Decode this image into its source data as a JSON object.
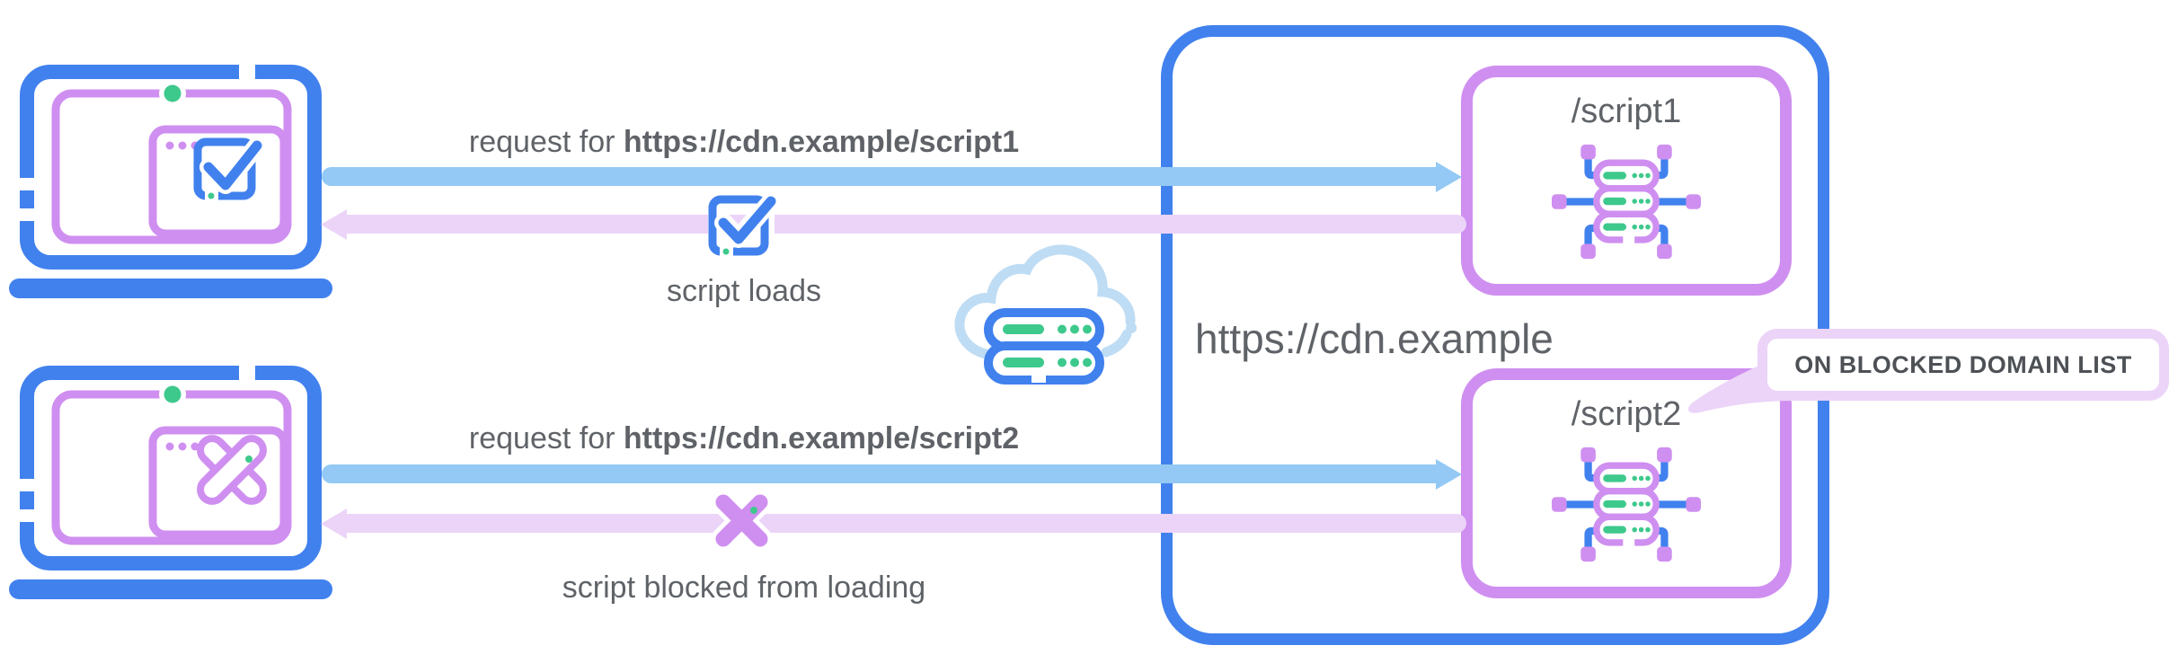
{
  "colors": {
    "blue": "#4181ee",
    "light_blue": "#93c9f4",
    "pale_blue": "#bedcf4",
    "purple": "#cf8ff0",
    "lavender": "#ecd4f8",
    "green": "#3ec98c",
    "text_gray": "#5f6368",
    "callout_text": "#4d5156"
  },
  "flows": [
    {
      "request_prefix": "request for ",
      "request_url": "https://cdn.example/script1",
      "result": "script loads"
    },
    {
      "request_prefix": "request for ",
      "request_url": "https://cdn.example/script2",
      "result": "script blocked from loading"
    }
  ],
  "cdn": {
    "label": "https://cdn.example",
    "endpoints": [
      {
        "path": "/script1"
      },
      {
        "path": "/script2"
      }
    ],
    "callout": "ON BLOCKED DOMAIN LIST"
  },
  "icons": {
    "client_allowed": "laptop-check-icon",
    "client_blocked": "laptop-cross-icon",
    "network": "cloud-servers-icon",
    "endpoint": "server-cluster-icon",
    "allowed_result": "checkbox-check-icon",
    "blocked_result": "cross-icon"
  }
}
